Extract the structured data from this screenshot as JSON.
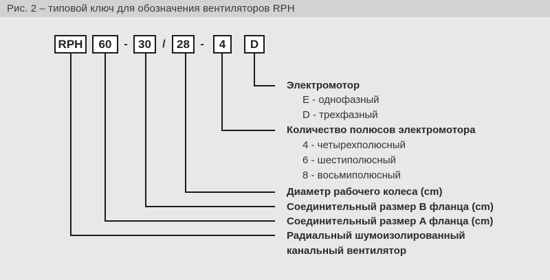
{
  "caption": "Рис. 2 – типовой ключ для обозначения вентиляторов RPH",
  "code": {
    "series": "RPH",
    "flange_a_size": "60",
    "sep_dash_1": "-",
    "flange_b_size": "30",
    "sep_slash": "/",
    "impeller_diameter": "28",
    "sep_dash_2": "-",
    "poles": "4",
    "motor": "D"
  },
  "legend": {
    "motor": {
      "title": "Электромотор",
      "items": [
        "E - однофазный",
        "D - трехфазный"
      ]
    },
    "poles": {
      "title": "Количество полюсов электромотора",
      "items": [
        "4 - четырехполюсный",
        "6 - шестиполюсный",
        "8 - восьмиполюсный"
      ]
    },
    "impeller": {
      "title": "Диаметр рабочего колеса (cm)"
    },
    "flange_b": {
      "title": "Соединительный размер B фланца (cm)"
    },
    "flange_a": {
      "title": "Соединительный размер A фланца (cm)"
    },
    "fan": {
      "title_line1": "Радиальный шумоизолированный",
      "title_line2": "канальный вентилятор"
    }
  },
  "colors": {
    "caption_bar_bg": "#d2d2d4",
    "page_bg": "#e8e8ea",
    "box_bg": "#ffffff",
    "line": "#1a1a1a",
    "text": "#2b2b2b"
  }
}
